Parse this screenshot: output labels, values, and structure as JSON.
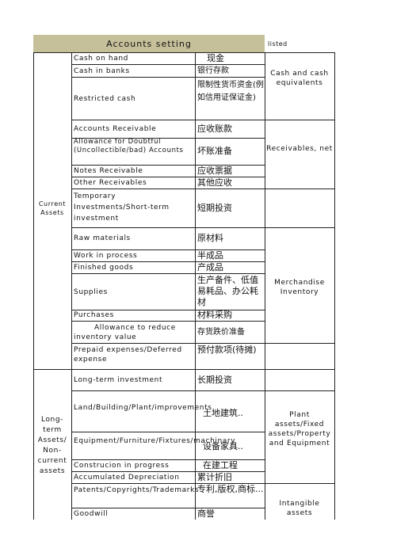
{
  "title": "Accounts setting",
  "listed_label": "listed",
  "groups": {
    "current_assets": "Current Assets",
    "long_term": "Long-term Assets/ Non-current assets"
  },
  "categories": {
    "cash": "Cash and cash equivalents",
    "receivables": "Receivables, net",
    "merchandise": "Merchandise Inventory",
    "ppe": "Plant assets/Fixed assets/Property and Equipment",
    "intangible": "Intangible assets"
  },
  "rows": [
    {
      "en": "Cash on hand",
      "cn": "现金"
    },
    {
      "en": "Cash in banks",
      "cn": "银行存款"
    },
    {
      "en": "Restricted cash",
      "cn": "限制性货币资金(例如信用证保证金)"
    },
    {
      "en": "Accounts Receivable",
      "cn": "应收账款"
    },
    {
      "en": "Allowance for Doubtful (Uncollectible/bad) Accounts",
      "cn": "坏账准备"
    },
    {
      "en": "Notes Receivable",
      "cn": "应收票据"
    },
    {
      "en": "Other Receivables",
      "cn": "其他应收"
    },
    {
      "en": "Temporary Investments/Short-term investment",
      "cn": "短期投资"
    },
    {
      "en": "Raw materials",
      "cn": "原材料"
    },
    {
      "en": "Work in process",
      "cn": "半成品"
    },
    {
      "en": "Finished goods",
      "cn": "产成品"
    },
    {
      "en": "Supplies",
      "cn": "生产备件、低值易耗品、办公耗材"
    },
    {
      "en": "Purchases",
      "cn": "材料采购"
    },
    {
      "en": "Allowance to reduce inventory value",
      "cn": "存货跌价准备"
    },
    {
      "en": "Prepaid expenses/Deferred expense",
      "cn": "预付款项(待摊)"
    },
    {
      "en": "Long-term investment",
      "cn": "长期投资"
    },
    {
      "en": "Land/Building/Plant/improvements",
      "cn": "土地建筑.."
    },
    {
      "en": "Equipment/Furniture/Fixtures/machinary",
      "cn": "设备家具.."
    },
    {
      "en": "Construcion in progress",
      "cn": "在建工程"
    },
    {
      "en": "Accumulated Depreciation",
      "cn": "累计折旧"
    },
    {
      "en": "Patents/Copyrights/Trademarks",
      "cn": "专利,版权,商标..."
    },
    {
      "en": "Goodwill",
      "cn": "商誉"
    }
  ]
}
